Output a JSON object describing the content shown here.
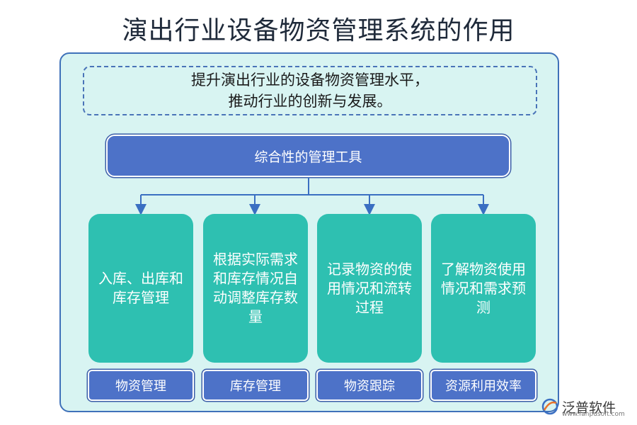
{
  "title": "演出行业设备物资管理系统的作用",
  "goal": {
    "line1": "提升演出行业的设备物资管理水平，",
    "line2": "推动行业的创新与发展。"
  },
  "tool": "综合性的管理工具",
  "functions": [
    {
      "desc": "入库、出库和库存管理",
      "label": "物资管理"
    },
    {
      "desc": "根据实际需求和库存情况自动调整库存数量",
      "label": "库存管理"
    },
    {
      "desc": "记录物资的使用情况和流转过程",
      "label": "物资跟踪"
    },
    {
      "desc": "了解物资使用情况和需求预测",
      "label": "资源利用效率"
    }
  ],
  "colors": {
    "frame_bg": "#d8f4f2",
    "frame_border": "#3f71b9",
    "blue_box": "#4d72c8",
    "teal_card": "#2ec0b1"
  },
  "logo": {
    "name": "泛普软件",
    "url": "www.fanpusoft.com"
  }
}
